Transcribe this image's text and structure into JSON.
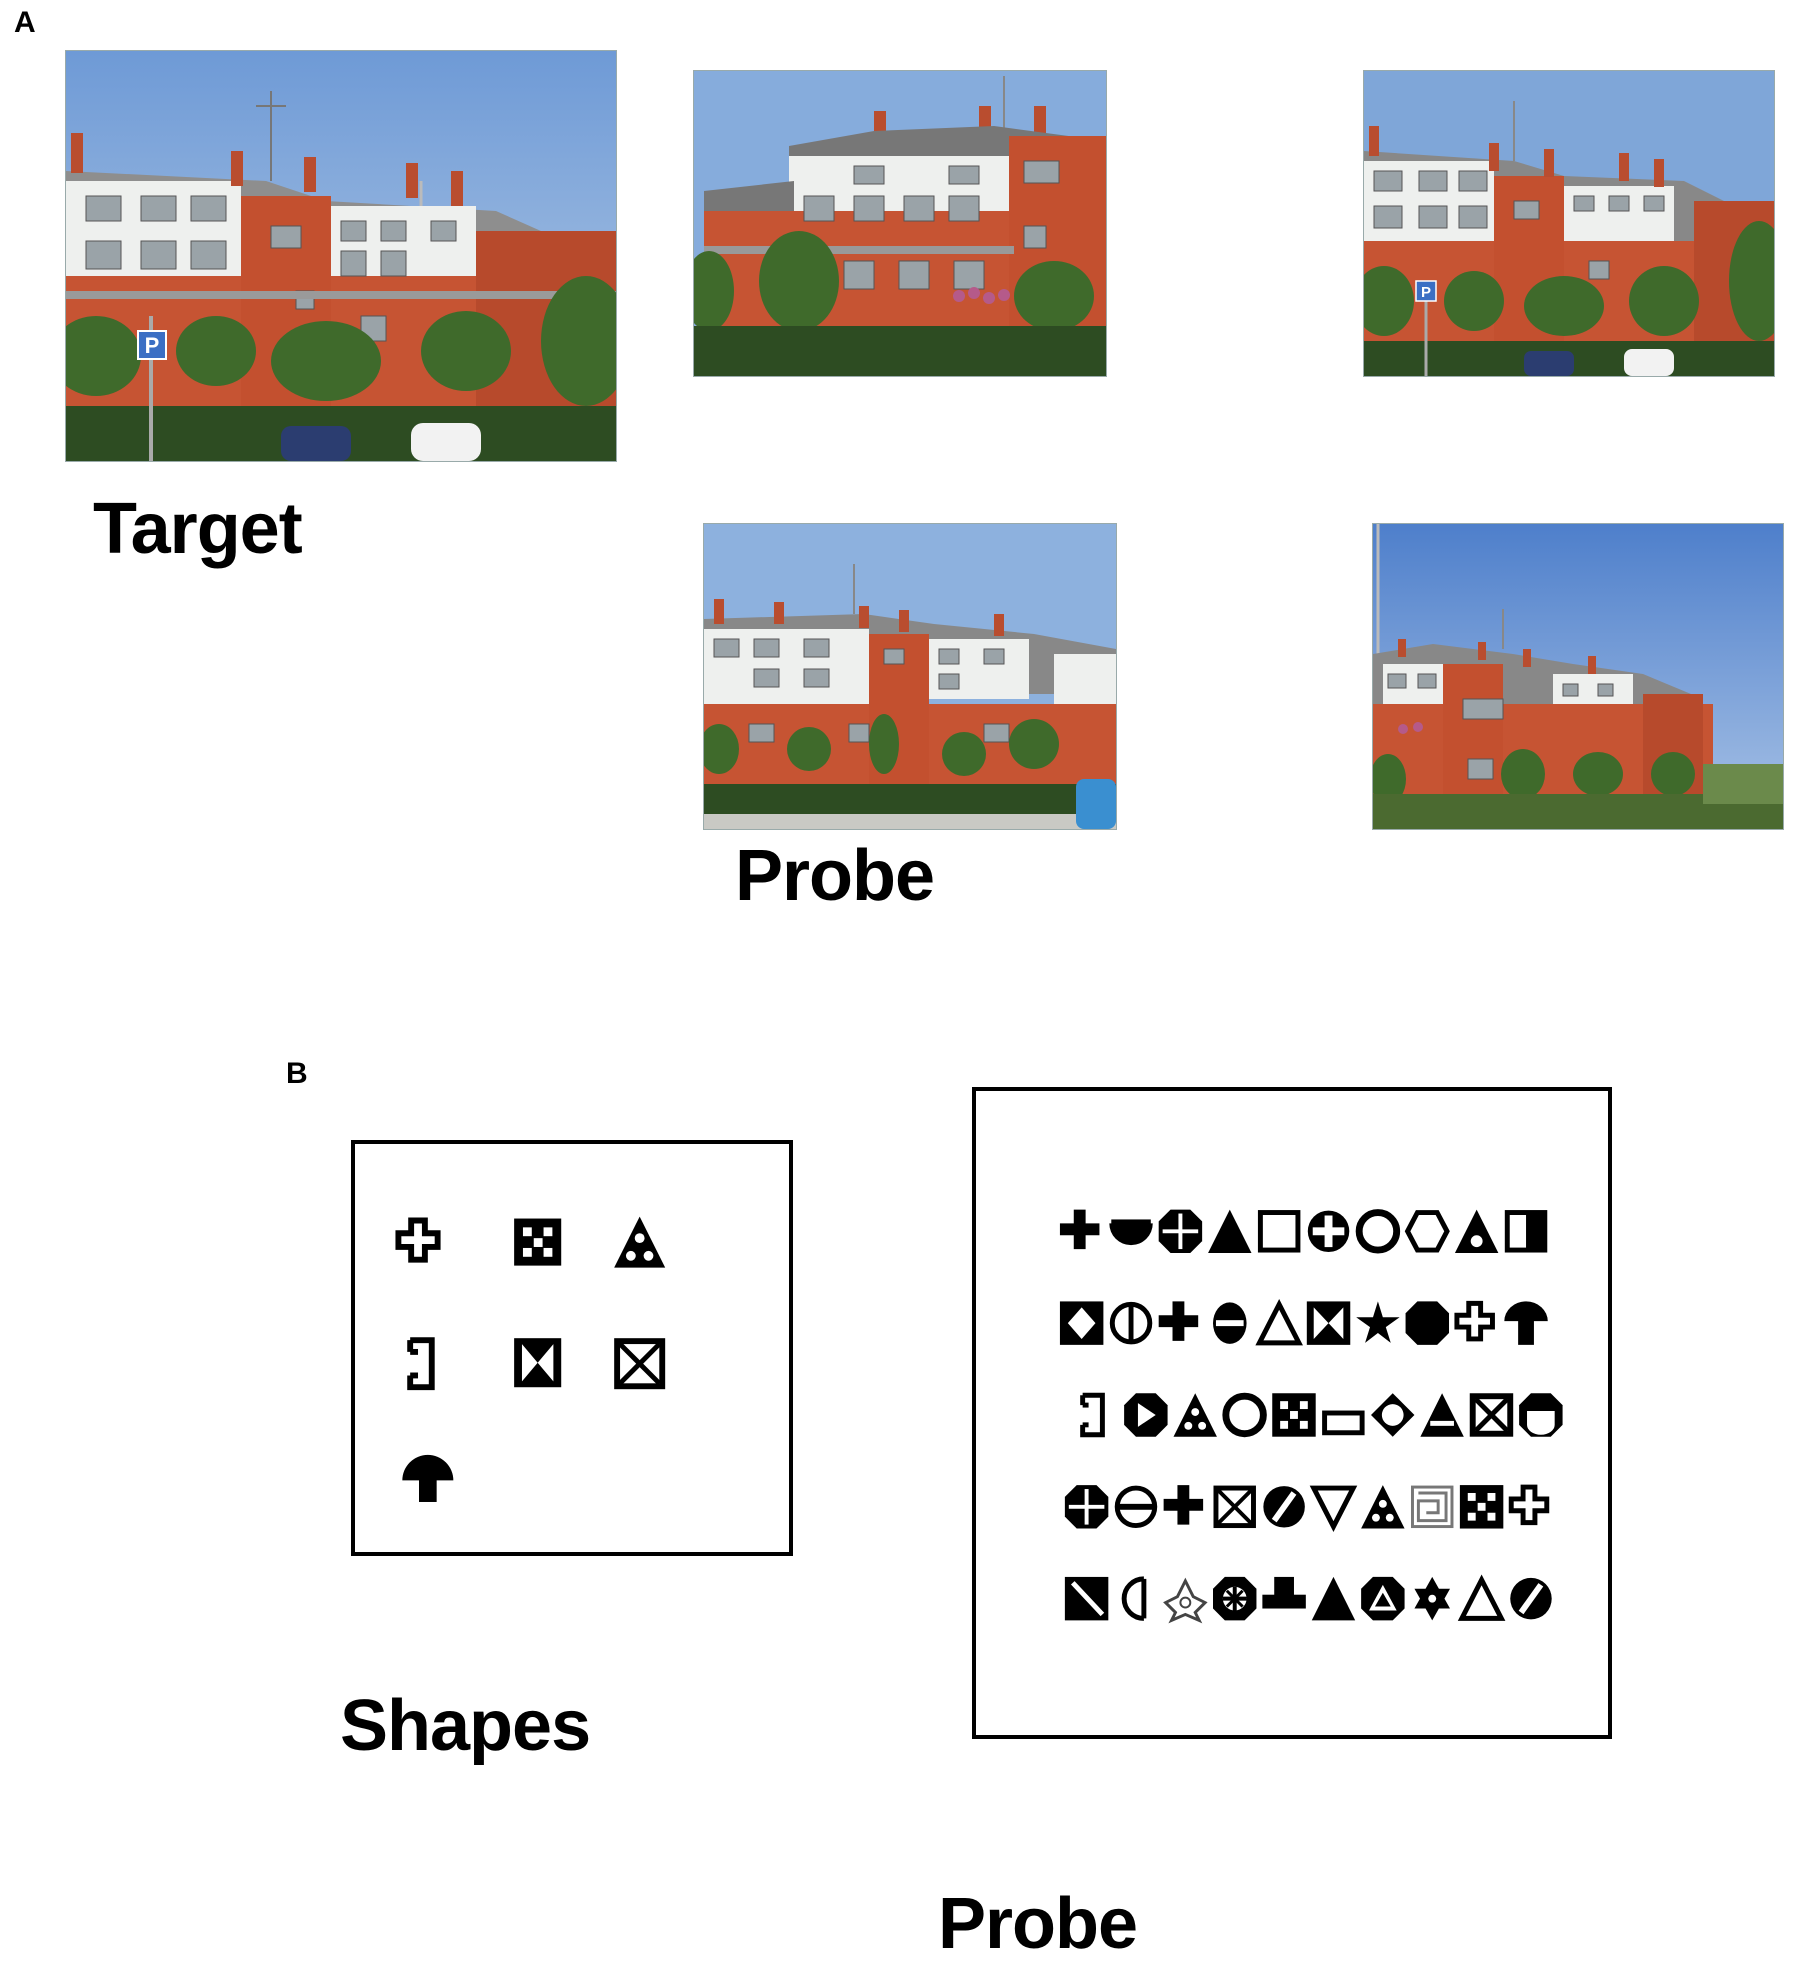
{
  "panel_a": {
    "letter": "A",
    "target_label": "Target",
    "probe_label": "Probe",
    "photos": [
      {
        "role": "target",
        "icon": "building-photo-icon"
      },
      {
        "role": "probe",
        "icon": "building-photo-icon"
      },
      {
        "role": "probe",
        "icon": "building-photo-icon"
      },
      {
        "role": "probe",
        "icon": "building-photo-icon"
      },
      {
        "role": "probe",
        "icon": "building-photo-icon"
      }
    ],
    "sign_text": "P"
  },
  "panel_b": {
    "letter": "B",
    "shapes_label": "Shapes",
    "probe_label": "Probe",
    "shapes": [
      "cross-outline",
      "dice-square",
      "dotted-triangle",
      "bracket-rect",
      "hourglass-square",
      "x-box",
      "mushroom"
    ],
    "probe_rows": [
      [
        "cross-solid",
        "bowl",
        "split-octagon",
        "triangle-solid",
        "square-outline",
        "circle-cross",
        "circle-ring",
        "hexagon-outline",
        "triangle-ring",
        "half-rect"
      ],
      [
        "diamond-square",
        "circle-line",
        "cross-solid",
        "circle-bar",
        "triangle-outline",
        "hourglass-square",
        "star",
        "octagon-solid",
        "cross-outline",
        "mushroom"
      ],
      [
        "bracket-rect",
        "play-octagon",
        "dotted-triangle",
        "circle-ring",
        "dice-square",
        "flat-rect",
        "diamond-ring",
        "triangle-bar",
        "x-box-solid",
        "circle-half"
      ],
      [
        "split-octagon",
        "circle-minus",
        "cross-solid",
        "x-box",
        "circle-slash",
        "triangle-down",
        "dotted-triangle",
        "maze-square",
        "dice-square",
        "cross-outline"
      ],
      [
        "slash-square",
        "half-circle",
        "ornament",
        "wheel",
        "hat",
        "triangle-solid",
        "circle-triangle",
        "hexagram",
        "triangle-outline",
        "circle-slash"
      ]
    ]
  },
  "colors": {
    "sky": "#7fa6d8",
    "brick": "#c65433",
    "white_wall": "#eef0ee",
    "foliage": "#3f6a2b",
    "hedge": "#2d4c22",
    "sign_blue": "#3b6fc4"
  }
}
